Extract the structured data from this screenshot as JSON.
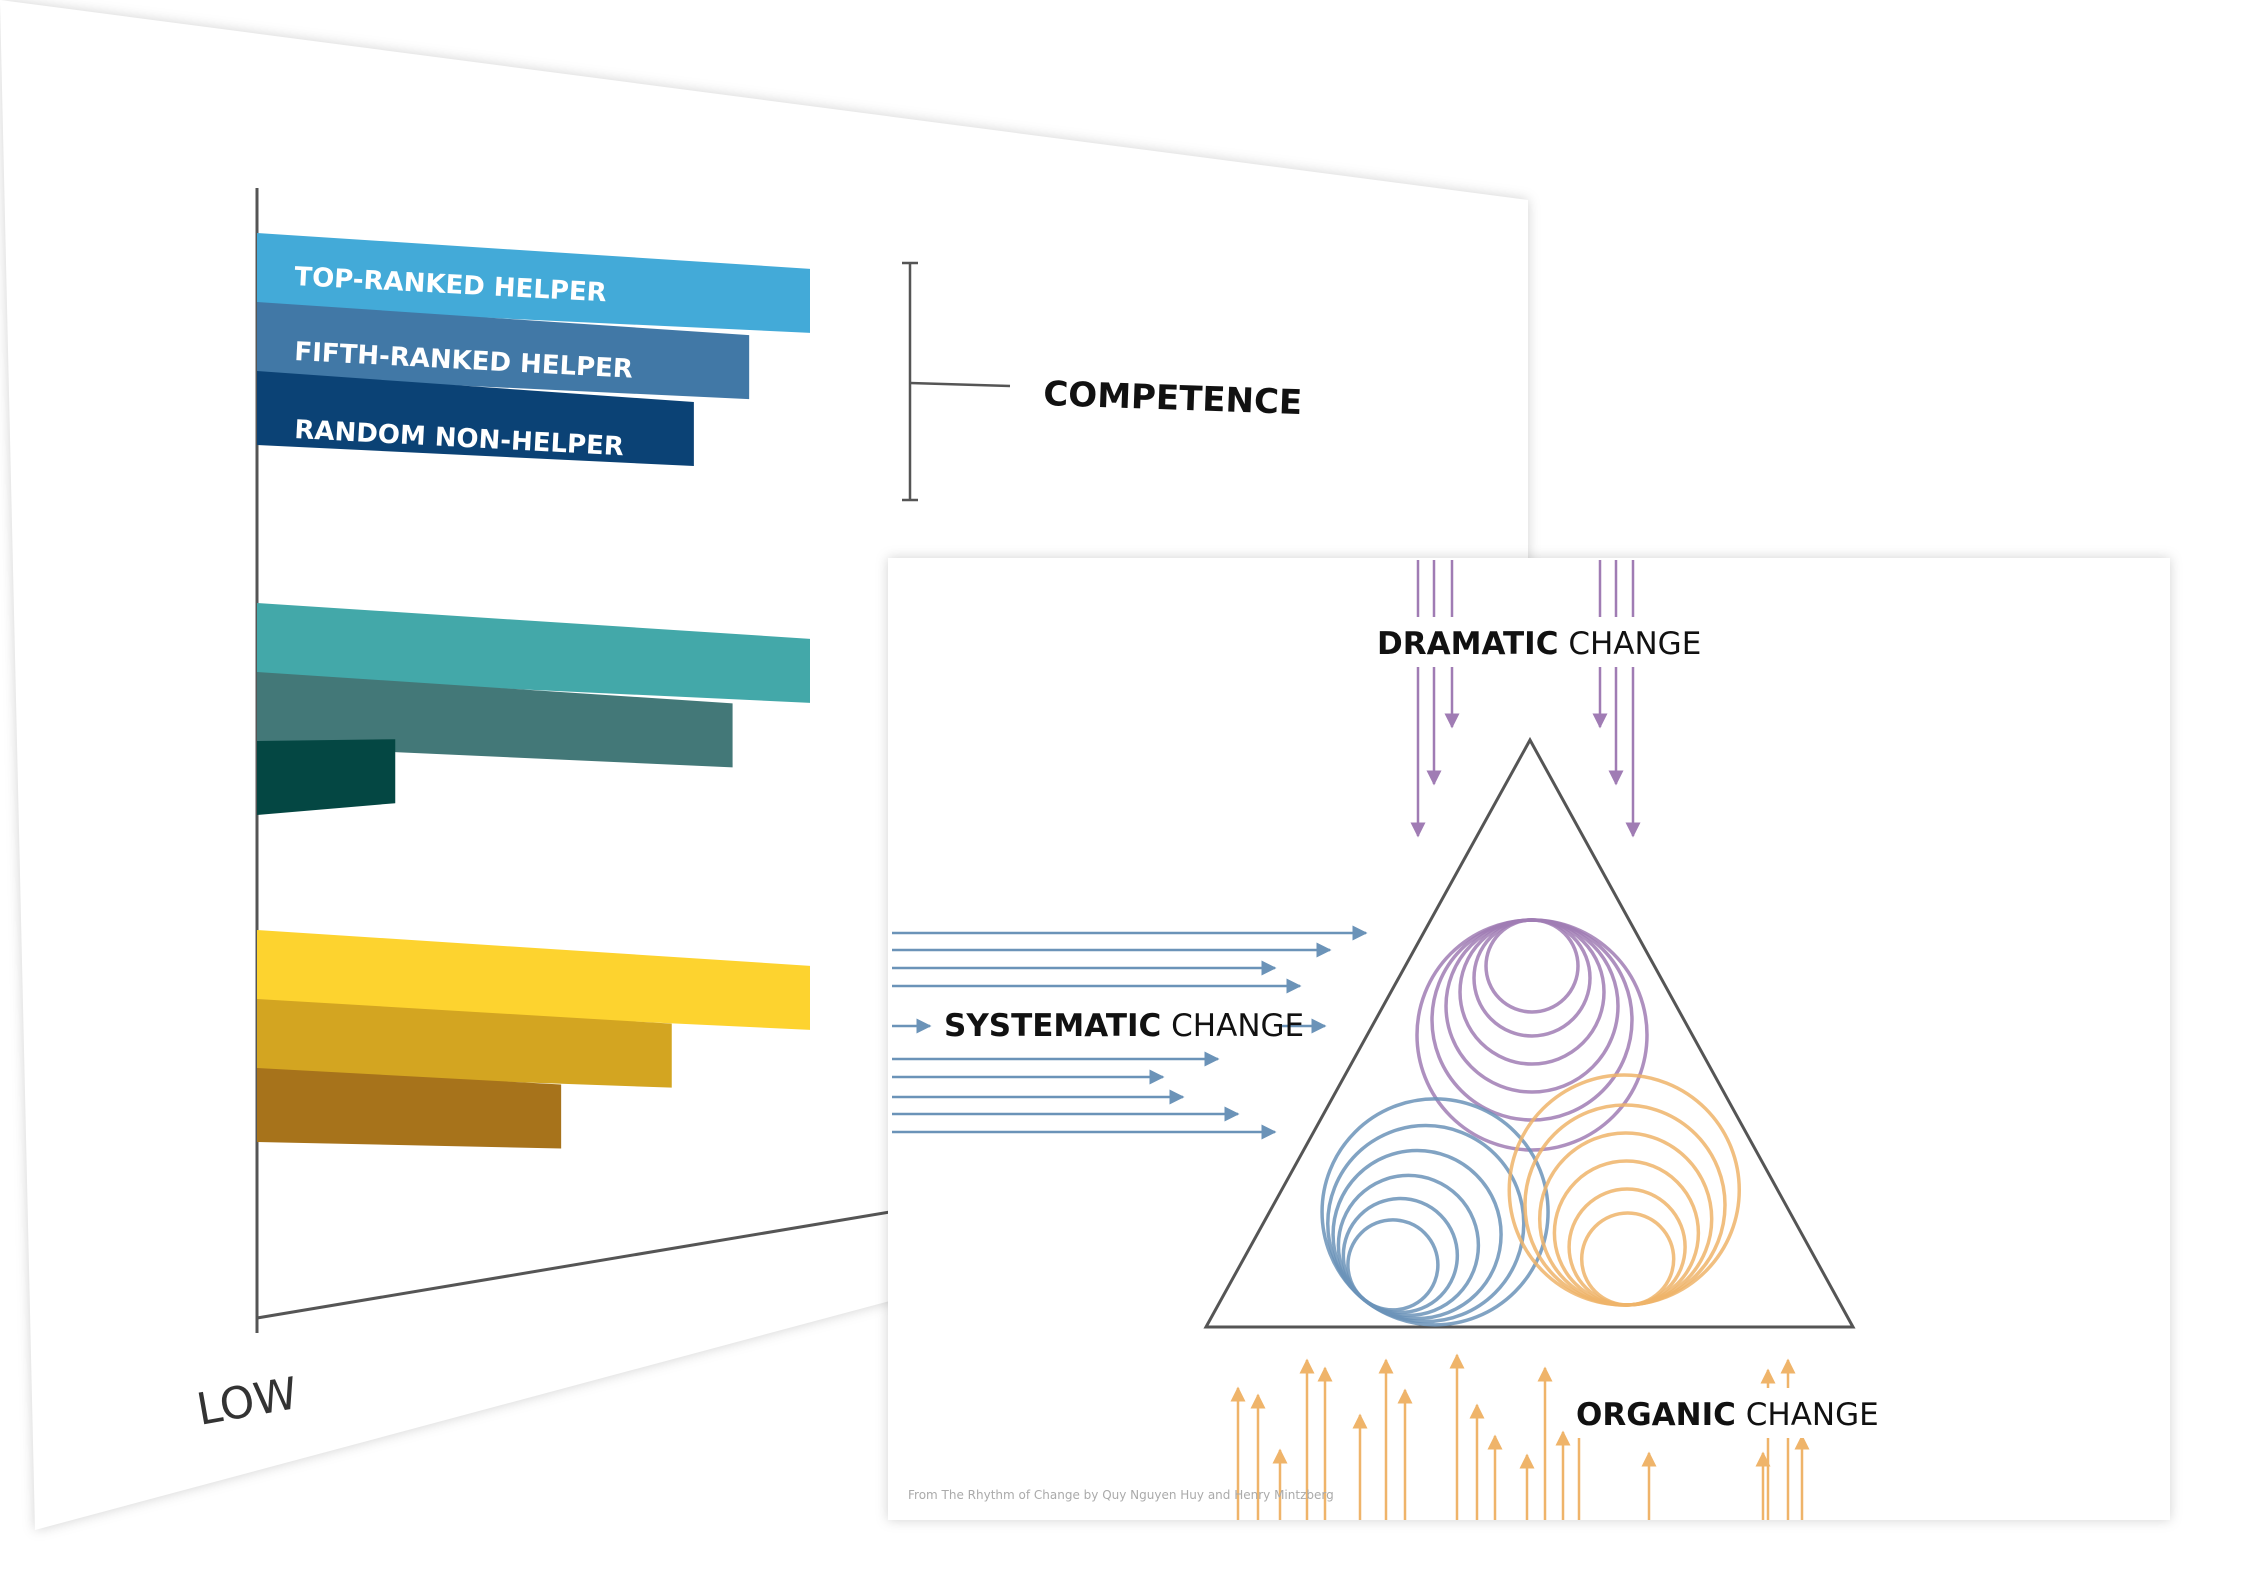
{
  "back_chart": {
    "axis_label_low": "LOW",
    "bracket_label": "COMPETENCE",
    "series_labels": [
      "TOP-RANKED HELPER",
      "FIFTH-RANKED HELPER",
      "RANDOM NON-HELPER"
    ],
    "groups": [
      {
        "colors": [
          "#43aad8",
          "#4178a6",
          "#0b4275"
        ],
        "values": [
          1.0,
          0.89,
          0.79
        ]
      },
      {
        "colors": [
          "#43a8a9",
          "#437878",
          "#044743"
        ],
        "values": [
          1.0,
          0.86,
          0.25
        ]
      },
      {
        "colors": [
          "#fdd32f",
          "#d3a521",
          "#a7731b"
        ],
        "values": [
          1.0,
          0.75,
          0.55
        ]
      }
    ]
  },
  "front_diagram": {
    "labels": {
      "dramatic_bold": "DRAMATIC",
      "dramatic_rest": " CHANGE",
      "systematic_bold": "SYSTEMATIC",
      "systematic_rest": " CHANGE",
      "organic_bold": "ORGANIC",
      "organic_rest": " CHANGE"
    },
    "credit": "From The Rhythm of Change by Quy Nguyen Huy and Henry Mintzberg",
    "colors": {
      "dramatic": "#a07cb4",
      "systematic": "#6b93b8",
      "organic": "#efb46a",
      "triangle": "#555555"
    }
  }
}
